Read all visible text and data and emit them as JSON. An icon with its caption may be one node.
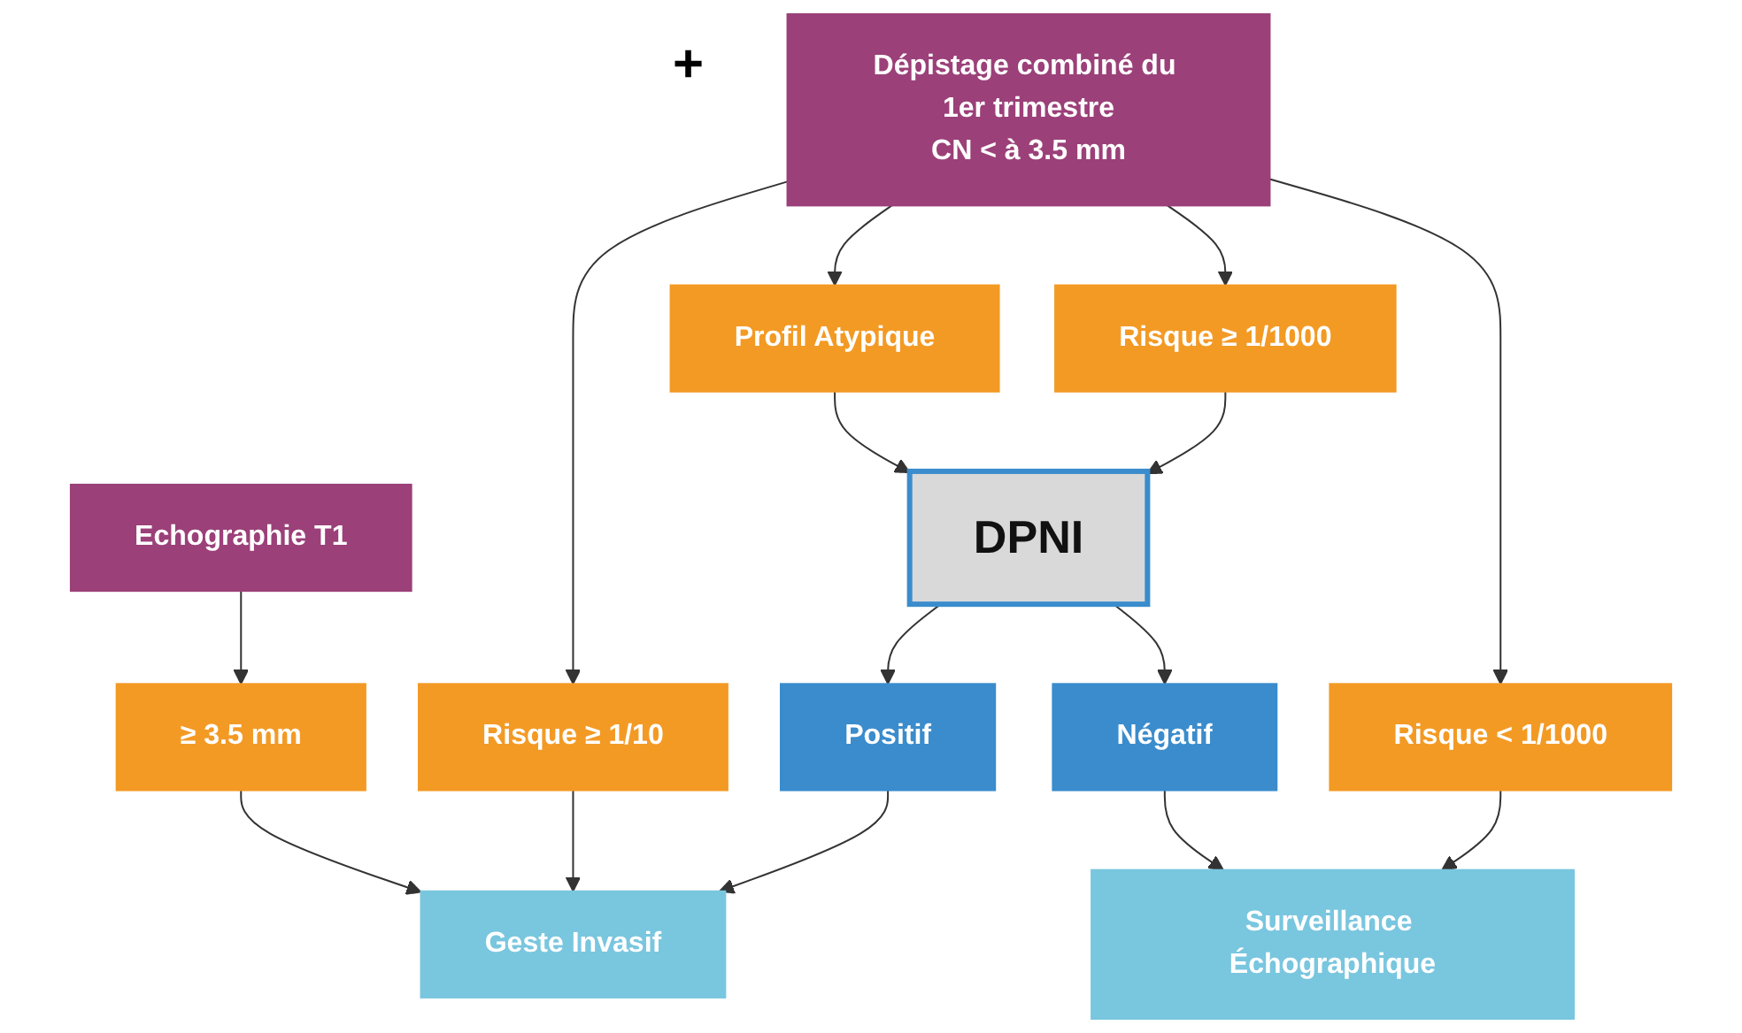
{
  "diagram": {
    "nodes": [
      {
        "text": [
          "Echographie T1"
        ]
      },
      {
        "text": [
          "Dépistage combiné du 1er trimestre",
          "CN < à 3.5 mm"
        ]
      },
      {
        "text": [
          "≥ 3.5 mm"
        ]
      },
      {
        "text": [
          "Risque ≥ 1/10"
        ]
      },
      {
        "text": [
          "Profil Atypique"
        ]
      },
      {
        "text": [
          "Risque ≥ 1/1000"
        ]
      },
      {
        "text": [
          "Risque < 1/1000"
        ]
      },
      {
        "text": [
          "DPNI"
        ]
      },
      {
        "text": [
          "Positif"
        ]
      },
      {
        "text": [
          "Négatif"
        ]
      },
      {
        "text": [
          "Geste Invasif"
        ]
      },
      {
        "text": [
          "Surveillance Échographique"
        ]
      }
    ],
    "edges": [
      {
        "from": 0,
        "to": 2,
        "arrow": "to"
      },
      {
        "from": 2,
        "to": 10,
        "arrow": "to"
      },
      {
        "from": 1,
        "to": 3,
        "arrow": "to"
      },
      {
        "from": 1,
        "to": 4,
        "arrow": "to"
      },
      {
        "from": 1,
        "to": 5,
        "arrow": "to"
      },
      {
        "from": 1,
        "to": 6,
        "arrow": "to"
      },
      {
        "from": 3,
        "to": 10,
        "arrow": "to"
      },
      {
        "from": 4,
        "to": 7,
        "arrow": "to"
      },
      {
        "from": 5,
        "to": 7,
        "arrow": "to"
      },
      {
        "from": 6,
        "to": 11,
        "arrow": "to"
      },
      {
        "from": 7,
        "to": 8,
        "arrow": "to"
      },
      {
        "from": 7,
        "to": 9,
        "arrow": "to"
      },
      {
        "from": 8,
        "to": 10,
        "arrow": "to"
      },
      {
        "from": 9,
        "to": 11,
        "arrow": "to"
      }
    ],
    "labels": [
      "+"
    ]
  }
}
